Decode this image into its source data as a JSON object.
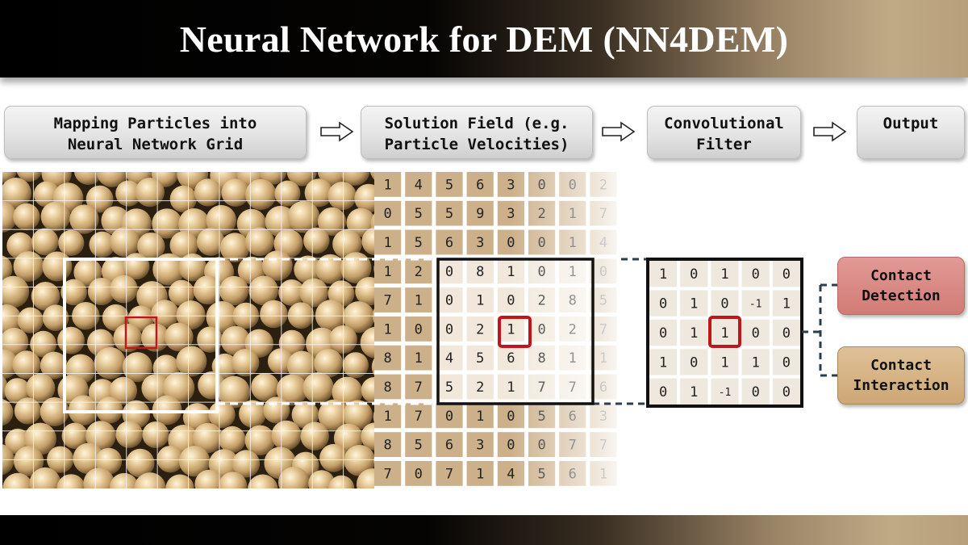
{
  "header": {
    "title": "Neural Network for DEM (NN4DEM)"
  },
  "steps": [
    {
      "label": "Mapping Particles into\nNeural Network Grid"
    },
    {
      "label": "Solution Field (e.g.\nParticle Velocities)"
    },
    {
      "label": "Convolutional\nFilter"
    },
    {
      "label": "Output"
    }
  ],
  "solution_field": {
    "rows": [
      [
        "1",
        "4",
        "5",
        "6",
        "3",
        "0",
        "0",
        "2"
      ],
      [
        "0",
        "5",
        "5",
        "9",
        "3",
        "2",
        "1",
        "7"
      ],
      [
        "1",
        "5",
        "6",
        "3",
        "0",
        "0",
        "1",
        "4"
      ],
      [
        "1",
        "2",
        "0",
        "8",
        "1",
        "0",
        "1",
        "0"
      ],
      [
        "7",
        "1",
        "0",
        "1",
        "0",
        "2",
        "8",
        "5"
      ],
      [
        "1",
        "0",
        "0",
        "2",
        "1",
        "0",
        "2",
        "7"
      ],
      [
        "8",
        "1",
        "4",
        "5",
        "6",
        "8",
        "1",
        "1"
      ],
      [
        "8",
        "7",
        "5",
        "2",
        "1",
        "7",
        "7",
        "6"
      ],
      [
        "1",
        "7",
        "0",
        "1",
        "0",
        "5",
        "6",
        "3"
      ],
      [
        "8",
        "5",
        "6",
        "3",
        "0",
        "0",
        "7",
        "7"
      ],
      [
        "7",
        "0",
        "7",
        "1",
        "4",
        "5",
        "6",
        "1"
      ]
    ]
  },
  "filter": {
    "rows": [
      [
        "1",
        "0",
        "1",
        "0",
        "0"
      ],
      [
        "0",
        "1",
        "0",
        "-1",
        "1"
      ],
      [
        "0",
        "1",
        "1",
        "0",
        "0"
      ],
      [
        "1",
        "0",
        "1",
        "1",
        "0"
      ],
      [
        "0",
        "1",
        "-1",
        "0",
        "0"
      ]
    ]
  },
  "outputs": {
    "contact_detection": "Contact\nDetection",
    "contact_interaction": "Contact\nInteraction"
  },
  "colors": {
    "highlight": "#c0161b",
    "particle": "#c9a877",
    "cell_dark": "#ccb08a",
    "cell_light": "#f1e8db"
  }
}
